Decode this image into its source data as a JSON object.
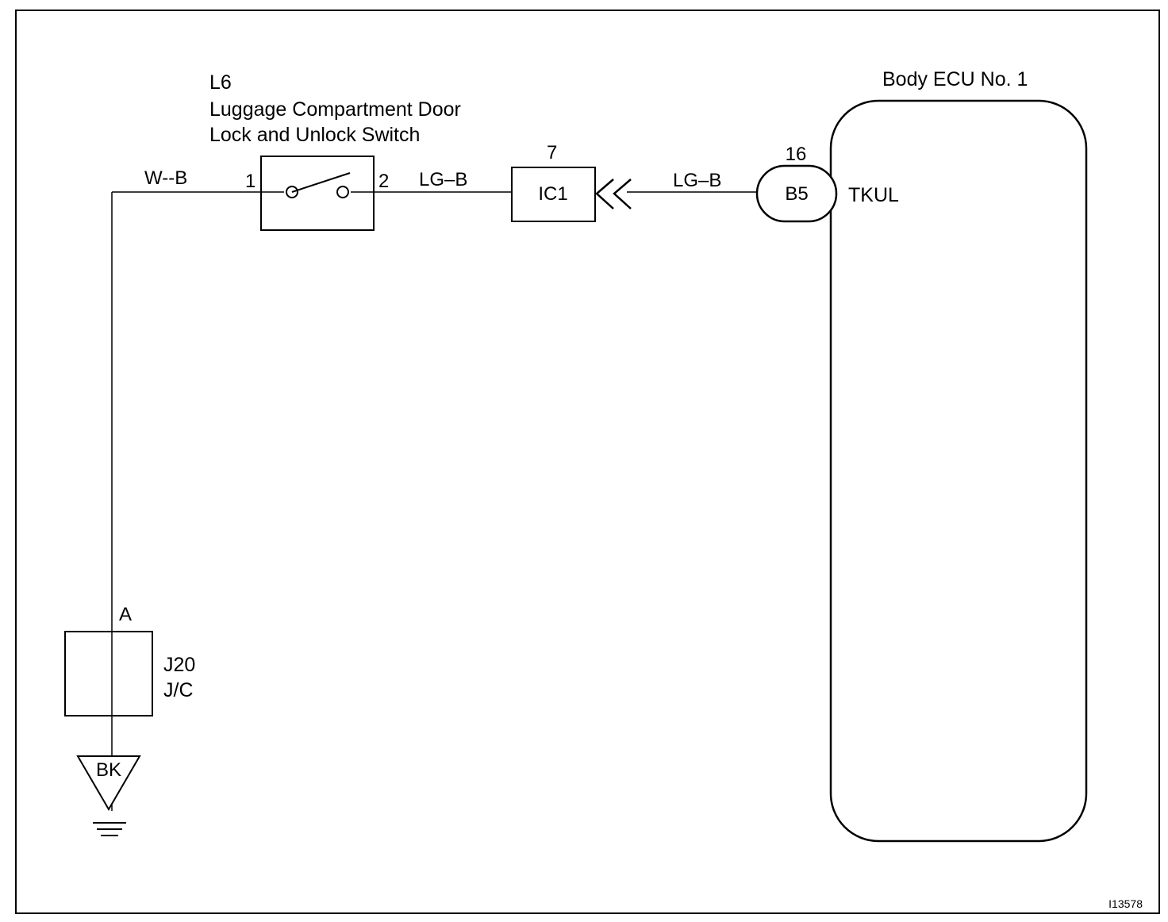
{
  "frame": {
    "code": "I13578"
  },
  "switch": {
    "ref": "L6",
    "name_line1": "Luggage Compartment Door",
    "name_line2": "Lock and Unlock Switch",
    "pin_left": "1",
    "pin_right": "2"
  },
  "connector": {
    "label": "IC1",
    "pin": "7"
  },
  "ecu": {
    "name": "Body ECU No. 1",
    "connector": "B5",
    "pin": "16",
    "terminal": "TKUL"
  },
  "junction": {
    "pin": "A",
    "ref": "J20",
    "type": "J/C"
  },
  "ground": {
    "label": "BK"
  },
  "wires": {
    "switch_input": "W--B",
    "switch_to_connector": "LG–B",
    "connector_to_ecu": "LG–B"
  }
}
